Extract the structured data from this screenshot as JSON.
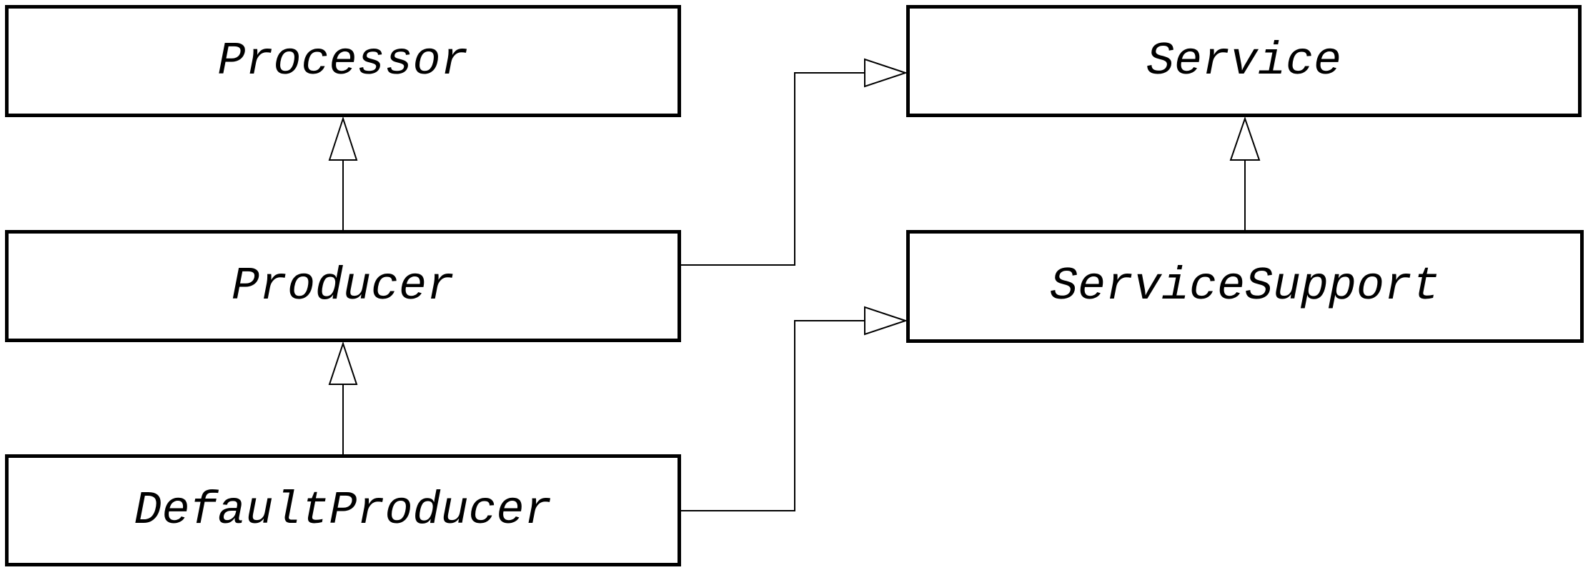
{
  "diagram": {
    "type": "uml-class-diagram",
    "classes": [
      {
        "id": "processor",
        "name": "Processor"
      },
      {
        "id": "producer",
        "name": "Producer"
      },
      {
        "id": "default-producer",
        "name": "DefaultProducer"
      },
      {
        "id": "service",
        "name": "Service"
      },
      {
        "id": "service-support",
        "name": "ServiceSupport"
      }
    ],
    "relationships": [
      {
        "from": "Producer",
        "to": "Processor",
        "type": "generalization"
      },
      {
        "from": "DefaultProducer",
        "to": "Producer",
        "type": "generalization"
      },
      {
        "from": "ServiceSupport",
        "to": "Service",
        "type": "generalization"
      },
      {
        "from": "Producer",
        "to": "Service",
        "type": "generalization"
      },
      {
        "from": "DefaultProducer",
        "to": "ServiceSupport",
        "type": "generalization"
      }
    ],
    "colors": {
      "background": "#ffffff",
      "line": "#000000",
      "box_fill": "#ffffff",
      "text": "#000000"
    }
  }
}
